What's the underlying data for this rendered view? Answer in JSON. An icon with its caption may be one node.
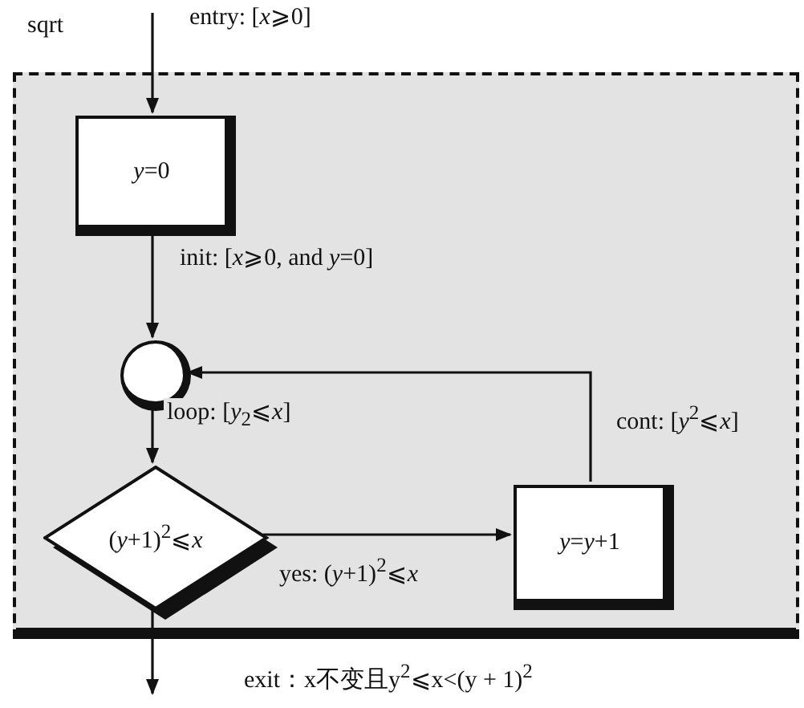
{
  "diagram": {
    "nodes": [
      {
        "text": [
          "sqrt"
        ]
      },
      {
        "text": [
          "*y*=0"
        ],
        "in": 0
      },
      {
        "text": [],
        "shape": "circle",
        "in": 0
      },
      {
        "text": [
          "(*y*+1)$^{2}$⩽*x*"
        ],
        "in": 0
      },
      {
        "text": [
          "*y*=*y*+1"
        ],
        "in": 0
      }
    ],
    "edges": [
      {
        "from": null,
        "to": 1,
        "arrow": "to",
        "label": "entry: [*x*⩾0]"
      },
      {
        "from": 1,
        "to": 2,
        "arrow": "to",
        "label": "init: [*x*⩾0, and *y*=0]"
      },
      {
        "from": 2,
        "to": 3,
        "arrow": "to",
        "label": "loop: [*y*$_{2}$⩽*x*]"
      },
      {
        "from": 3,
        "to": 4,
        "arrow": "to",
        "label": "yes:  (*y*+1)$^{2}$⩽*x*"
      },
      {
        "from": 4,
        "to": 2,
        "arrow": "to",
        "label": "cont: [*y*$^{2}$⩽*x*]"
      },
      {
        "from": 3,
        "to": null,
        "arrow": "to",
        "label": "exit：x不变且y$^{2}$⩽x<(y + 1)$^{2}$"
      }
    ]
  }
}
